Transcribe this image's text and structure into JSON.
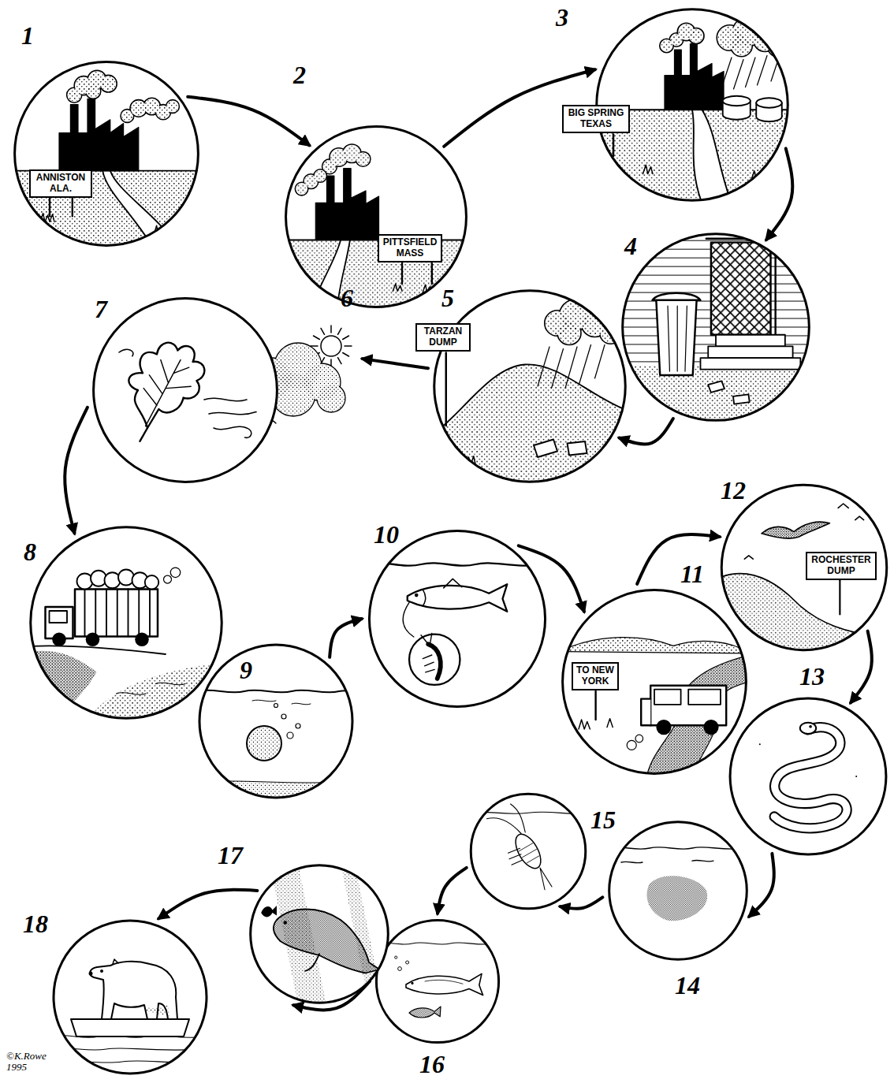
{
  "diagram": {
    "nodes": [
      {
        "text": [
          "1"
        ]
      },
      {
        "text": [
          "ANNISTON ALA."
        ],
        "in": 0
      },
      {
        "text": [
          "2"
        ]
      },
      {
        "text": [
          "PITTSFIELD MASS"
        ],
        "in": 2
      },
      {
        "text": [
          "3"
        ]
      },
      {
        "text": [
          "BIG SPRING TEXAS"
        ],
        "in": 4
      },
      {
        "text": [
          "4"
        ]
      },
      {
        "text": [
          "5"
        ]
      },
      {
        "text": [
          "TARZAN DUMP"
        ],
        "in": 7
      },
      {
        "text": [
          "6"
        ]
      },
      {
        "text": [
          "7"
        ]
      },
      {
        "text": [
          "8"
        ]
      },
      {
        "text": [
          "9"
        ]
      },
      {
        "text": [
          "10"
        ]
      },
      {
        "text": [
          "11"
        ]
      },
      {
        "text": [
          "TO NEW YORK"
        ],
        "in": 14
      },
      {
        "text": [
          "12"
        ]
      },
      {
        "text": [
          "ROCHESTER DUMP"
        ],
        "in": 16
      },
      {
        "text": [
          "13"
        ]
      },
      {
        "text": [
          "14"
        ]
      },
      {
        "text": [
          "15"
        ]
      },
      {
        "text": [
          "16"
        ]
      },
      {
        "text": [
          "17"
        ]
      },
      {
        "text": [
          "18"
        ]
      }
    ],
    "edges": [
      {
        "from": 0,
        "to": 2,
        "arrow": "to"
      },
      {
        "from": 2,
        "to": 4,
        "arrow": "to"
      },
      {
        "from": 4,
        "to": 6,
        "arrow": "to"
      },
      {
        "from": 6,
        "to": 7,
        "arrow": "to"
      },
      {
        "from": 7,
        "to": 9,
        "arrow": "to"
      },
      {
        "from": 10,
        "to": 11,
        "arrow": "to"
      },
      {
        "from": 12,
        "to": 13,
        "arrow": "to"
      },
      {
        "from": 13,
        "to": 14,
        "arrow": "to"
      },
      {
        "from": 14,
        "to": 16,
        "arrow": "to"
      },
      {
        "from": 16,
        "to": 18,
        "arrow": "to"
      },
      {
        "from": 18,
        "to": 19,
        "arrow": "to"
      },
      {
        "from": 19,
        "to": 20,
        "arrow": "to"
      },
      {
        "from": 20,
        "to": 21,
        "arrow": "to"
      },
      {
        "from": 21,
        "to": 22,
        "arrow": "to"
      },
      {
        "from": 22,
        "to": 23,
        "arrow": "to"
      }
    ],
    "labels": [
      "©K.Rowe 1995"
    ]
  }
}
